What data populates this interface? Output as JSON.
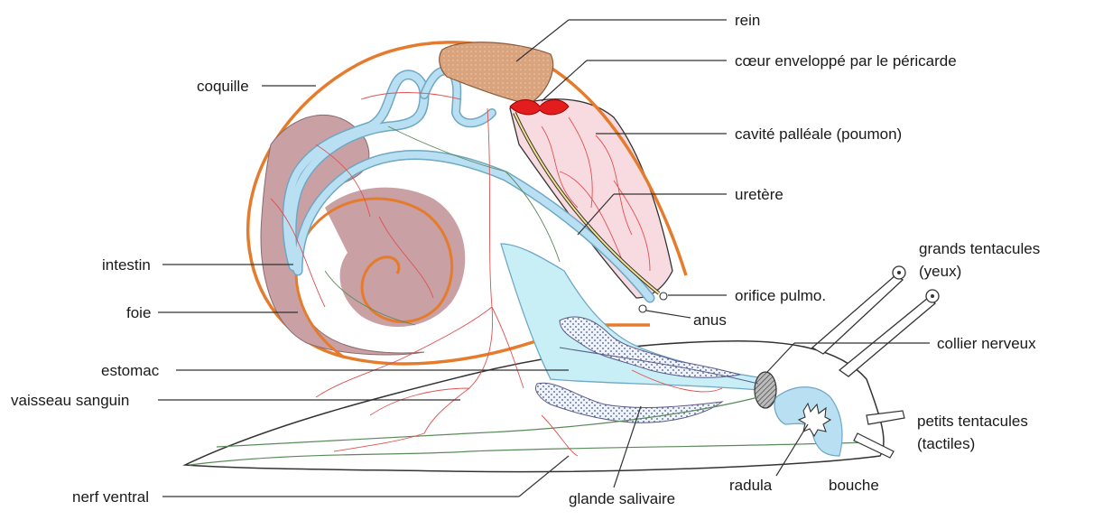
{
  "labels": {
    "rein": "rein",
    "coeur": "cœur enveloppé par le péricarde",
    "cavite": "cavité palléale (poumon)",
    "uretere": "uretère",
    "coquille": "coquille",
    "intestin": "intestin",
    "foie": "foie",
    "estomac": "estomac",
    "vaisseau": "vaisseau sanguin",
    "nerf_ventral": "nerf ventral",
    "grands_tentacules_1": "grands tentacules",
    "grands_tentacules_2": "(yeux)",
    "orifice": "orifice pulmo.",
    "anus": "anus",
    "collier": "collier nerveux",
    "petits_tentacules_1": "petits tentacules",
    "petits_tentacules_2": "(tactiles)",
    "radula": "radula",
    "bouche": "bouche",
    "glande": "glande salivaire"
  },
  "colors": {
    "shell": "#e57b2c",
    "liver": "#c9a0a4",
    "intestine": "#b9e0f2",
    "stomach": "#c8eef6",
    "lung": "#f7dbe1",
    "kidney": "#d9a37d",
    "heart": "#e31d1d",
    "blood_vessel": "#e05050",
    "nerve": "#5a8a5a",
    "outline": "#333333"
  }
}
